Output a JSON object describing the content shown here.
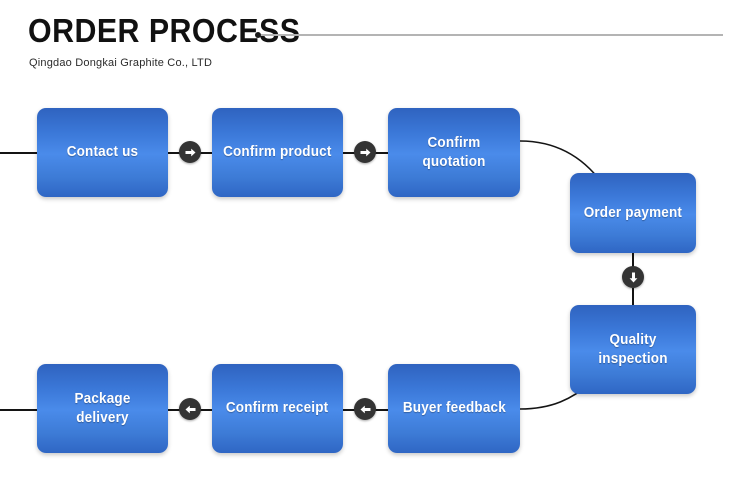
{
  "header": {
    "title": "ORDER PROCESS",
    "subtitle": "Qingdao Dongkai Graphite Co., LTD",
    "dot_icon": "bullet-dot-icon",
    "rule_color": "#b4b4b4"
  },
  "theme": {
    "box_gradient_top": "#2f63bf",
    "box_gradient_mid": "#4a8bea",
    "box_gradient_bottom": "#2f66c4",
    "box_text_color": "#ffffff",
    "connector_color": "#141414",
    "badge_color": "#343434",
    "background": "#ffffff"
  },
  "flow": {
    "steps": [
      {
        "id": "contact-us",
        "label": "Contact us"
      },
      {
        "id": "confirm-product",
        "label": "Confirm product"
      },
      {
        "id": "confirm-quotation",
        "label": "Confirm quotation"
      },
      {
        "id": "order-payment",
        "label": "Order payment"
      },
      {
        "id": "quality-inspection",
        "label": "Quality inspection"
      },
      {
        "id": "buyer-feedback",
        "label": "Buyer feedback"
      },
      {
        "id": "confirm-receipt",
        "label": "Confirm receipt"
      },
      {
        "id": "package-delivery",
        "label": "Package delivery"
      }
    ],
    "connectors": [
      {
        "id": "arrow-1",
        "icon": "arrow-right-icon",
        "direction": "right"
      },
      {
        "id": "arrow-2",
        "icon": "arrow-right-icon",
        "direction": "right"
      },
      {
        "id": "arrow-3",
        "icon": "arrow-down-icon",
        "direction": "down"
      },
      {
        "id": "arrow-4",
        "icon": "arrow-left-icon",
        "direction": "left"
      },
      {
        "id": "arrow-5",
        "icon": "arrow-left-icon",
        "direction": "left"
      }
    ]
  }
}
